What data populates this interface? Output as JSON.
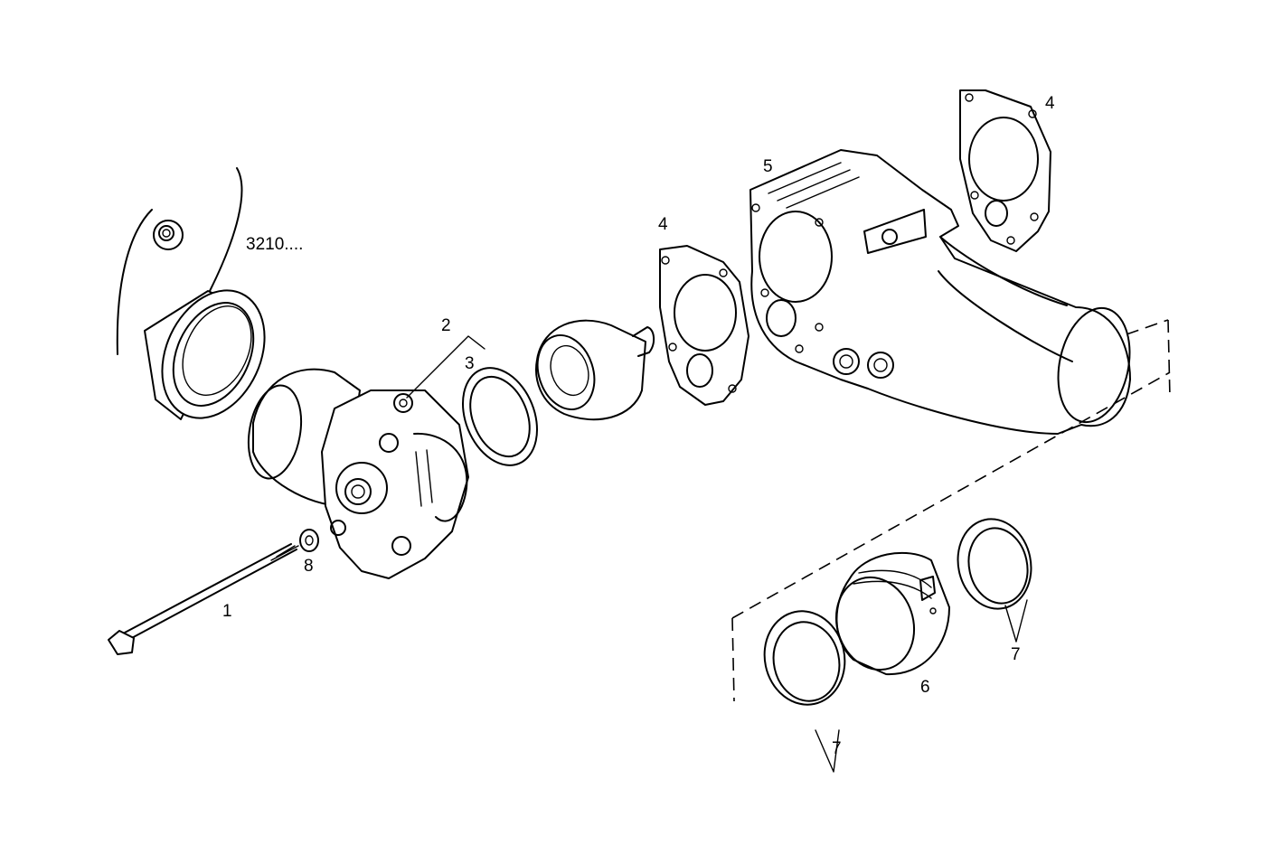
{
  "diagram": {
    "callouts": {
      "ref_engine": "3210....",
      "screw": "1",
      "pump_housing": "2",
      "ring": "3",
      "gasket_a": "4",
      "gasket_b": "4",
      "manifold": "5",
      "connector": "6",
      "seal_right": "7",
      "seal_left": "7",
      "nut": "8"
    }
  }
}
